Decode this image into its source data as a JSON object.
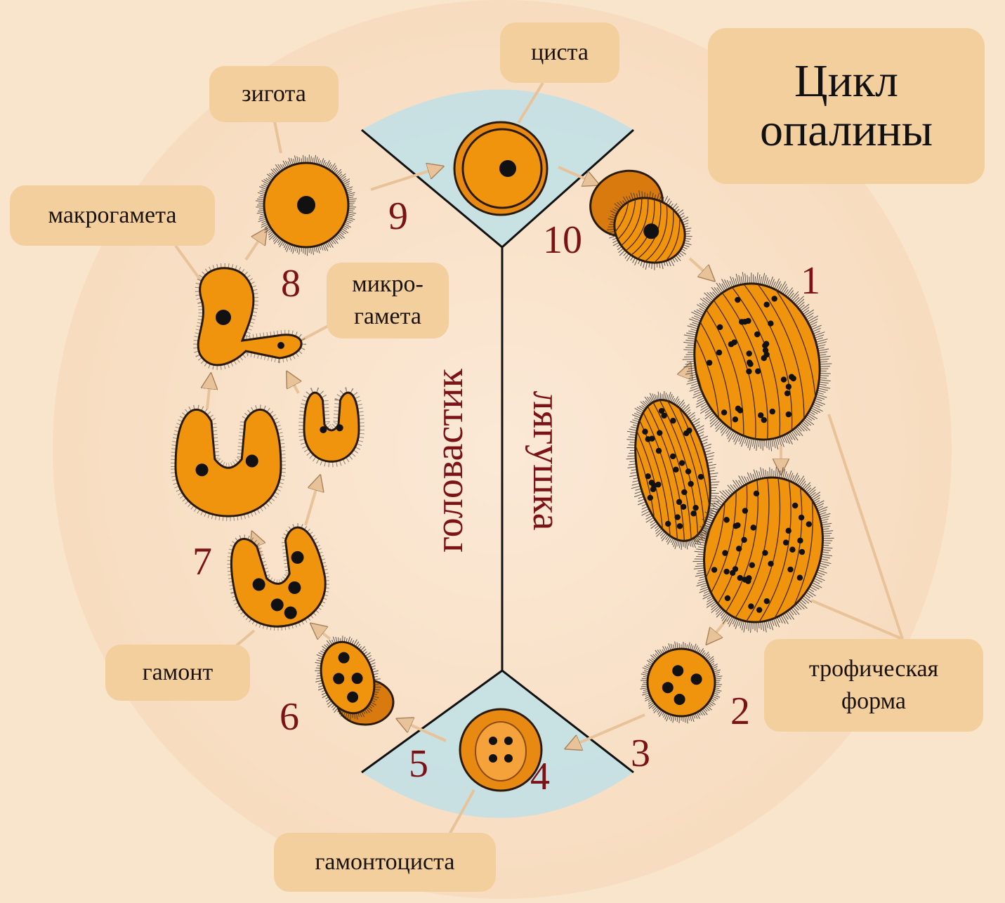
{
  "title": "Цикл\nопалины",
  "labels": {
    "cyst": "циста",
    "zygote": "зигота",
    "macrogamete": "макрогамета",
    "microgamete": "микро-\nгамета",
    "gamont": "гамонт",
    "gamontocyst": "гамонтоциста",
    "trophic": "трофическая\nформа"
  },
  "hosts": {
    "tadpole": "головастик",
    "frog": "лягушка"
  },
  "stages": [
    "1",
    "2",
    "3",
    "4",
    "5",
    "6",
    "7",
    "8",
    "9",
    "10"
  ],
  "colors": {
    "background": "#f9e4cc",
    "label_fill": "#f3cf9e",
    "cell_fill": "#f0940e",
    "cell_outline": "#2a1a0a",
    "nucleus": "#111111",
    "number_text": "#7b1216",
    "water_zone": "#bfe0e8",
    "arrow": "#e8c39a"
  }
}
